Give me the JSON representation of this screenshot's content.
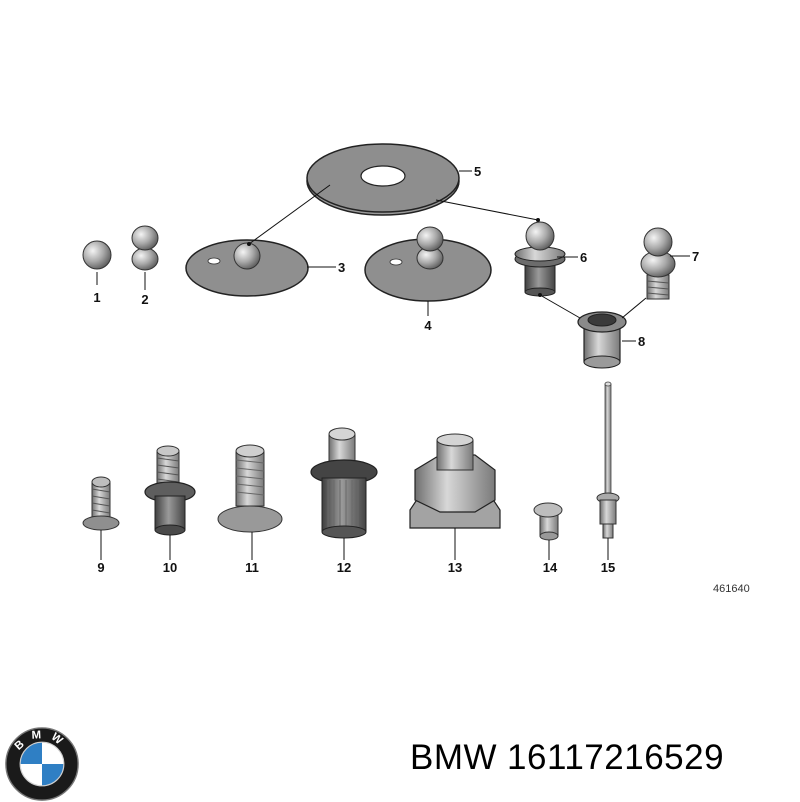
{
  "diagram": {
    "figure_number": "461640",
    "callouts": [
      "1",
      "2",
      "3",
      "4",
      "5",
      "6",
      "7",
      "8",
      "9",
      "10",
      "11",
      "12",
      "13",
      "14",
      "15"
    ]
  },
  "caption": {
    "brand": "BMW",
    "part_number": "16117216529"
  },
  "logo": {
    "letters": "BMW",
    "colors": {
      "ring": "#1a1a1a",
      "blue": "#2f7fc4",
      "white": "#ffffff"
    }
  }
}
